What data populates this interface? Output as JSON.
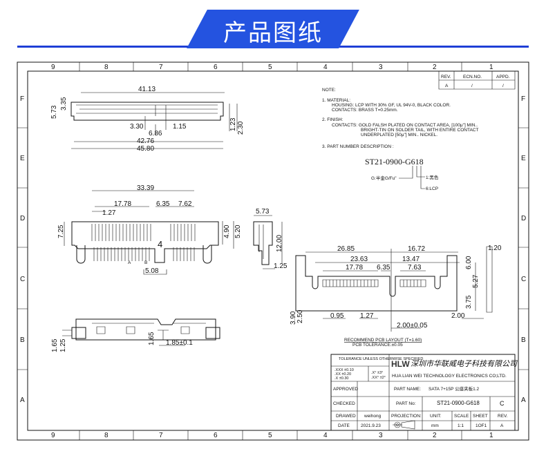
{
  "banner": {
    "title": "产品图纸",
    "accent": "#2453e0"
  },
  "frame": {
    "columns": [
      "9",
      "8",
      "7",
      "6",
      "5",
      "4",
      "3",
      "2",
      "1"
    ],
    "rows": [
      "F",
      "E",
      "D",
      "C",
      "B",
      "A"
    ]
  },
  "revision_table": {
    "headers": [
      "REV.",
      "ECN.NO.",
      "APPD."
    ],
    "row": [
      "A",
      "/",
      "/"
    ]
  },
  "notes": {
    "title": "NOTE:",
    "n1": "1. MATERIAL:",
    "n1a": "HOUSING: LCP WITH 30% GF, UL 94V-0, BLACK COLOR.",
    "n1b": "CONTACTS: BRASS T=0.25mm.",
    "n2": "2. FINISH:",
    "n2a": "CONTACTS:   GOLD FALSH PLATED ON CONTACT AREA, [100μ\"] MIN..",
    "n2b": "BRIGHT-TIN ON SOLDER TAIL, WITH ENTIRE CONTACT",
    "n2c": "UNDERPLATED  [50μ\"] MIN.. NICKEL.",
    "n3": "3. PART NUMBER DESCRIPTION :",
    "part_number": "ST21-0900-G618",
    "code_g": "G:半金G/Fu\"",
    "code_1": "1:黑色",
    "code_6": "6:LCP"
  },
  "top_view": {
    "dims": [
      "41.13",
      "5.73",
      "3.35",
      "3.30",
      "1.15",
      "6.86",
      "42.76",
      "45.80",
      "1.23",
      "2.30"
    ]
  },
  "front_view": {
    "dims": [
      "33.39",
      "17.78",
      "6.35",
      "7.62",
      "1.27",
      "7.25",
      "4.90",
      "5.20",
      "5.08"
    ],
    "labels": [
      "A",
      "B",
      "4"
    ]
  },
  "side_view": {
    "dims": [
      "5.73",
      "12.00",
      "1.25"
    ]
  },
  "bottom_view": {
    "dims": [
      "1.65",
      "1.25",
      "1.65",
      "1.85±0.1"
    ]
  },
  "pcb_layout": {
    "dims": [
      "26.85",
      "16.72",
      "23.63",
      "13.47",
      "17.78",
      "6.35",
      "7.63",
      "0.95",
      "1.27",
      "2.00±0.05",
      "2.00",
      "3.90",
      "2.50",
      "6.00",
      "5.27",
      "3.75",
      "1.20"
    ],
    "caption": "RECOMMEND PCB LAYOUT (T=1.60)",
    "tolerance": "PCB TOLERANCE:±0.05"
  },
  "title_block": {
    "tolerance_title": "TOLERANCE UNLESS OTHERWISE SPECIFIED",
    "tol_lines": [
      ".XXX ±0.10",
      ".XX  ±0.20",
      ".X   ±0.30"
    ],
    "ang_lines": [
      ".X°  ±3°",
      ".XX° ±2°"
    ],
    "logo": "HLW",
    "company_cn": "深圳市华联威电子科技有限公司",
    "company_en": "HUA LIAN WEI TECHNOLOGY ELECTRONICS CO;LTD.",
    "approved": "APPROVED",
    "checked": "CHECKED",
    "drawed": "DRAWED",
    "date": "DATE",
    "drawed_by": "weihong",
    "date_value": "2021.9.23",
    "part_name_label": "PART NAME:",
    "part_name": "SATA 7+15P 公座夹板1.2",
    "part_no_label": "PART No:",
    "part_no": "ST21-0900-G618",
    "size": "C",
    "projection": "PROJECTION:",
    "unit_label": "UNIT:",
    "unit": "mm",
    "scale_label": "SCALE",
    "scale": "1:1",
    "sheet_label": "SHEET",
    "sheet": "1OF1",
    "rev_label": "REV.",
    "rev": "A"
  }
}
